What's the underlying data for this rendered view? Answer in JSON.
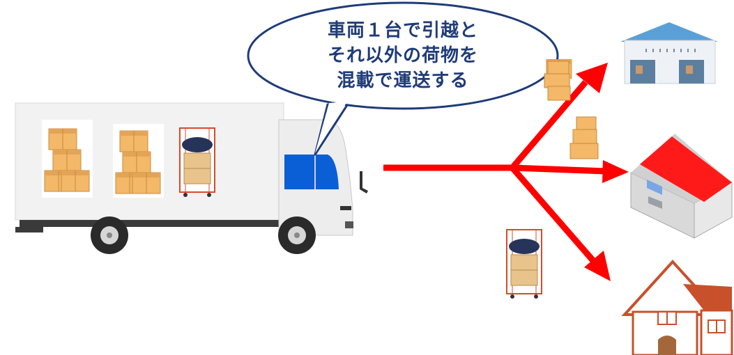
{
  "speech_bubble": {
    "lines": [
      "車両１台で引越と",
      "それ以外の荷物を",
      "混載で運送する"
    ]
  },
  "colors": {
    "arrow": "#ff0000",
    "bubble_outline": "#1f3b78",
    "bubble_text": "#1f3b78",
    "truck_body": "#f2f2f2",
    "truck_window": "#0b5fd6",
    "box": "#f0b060",
    "cage_cart": "#d84a2a",
    "house_roof": "#c8502a",
    "warehouse_roof": "#5aa0d8",
    "building_roof": "#ff1a1a"
  }
}
